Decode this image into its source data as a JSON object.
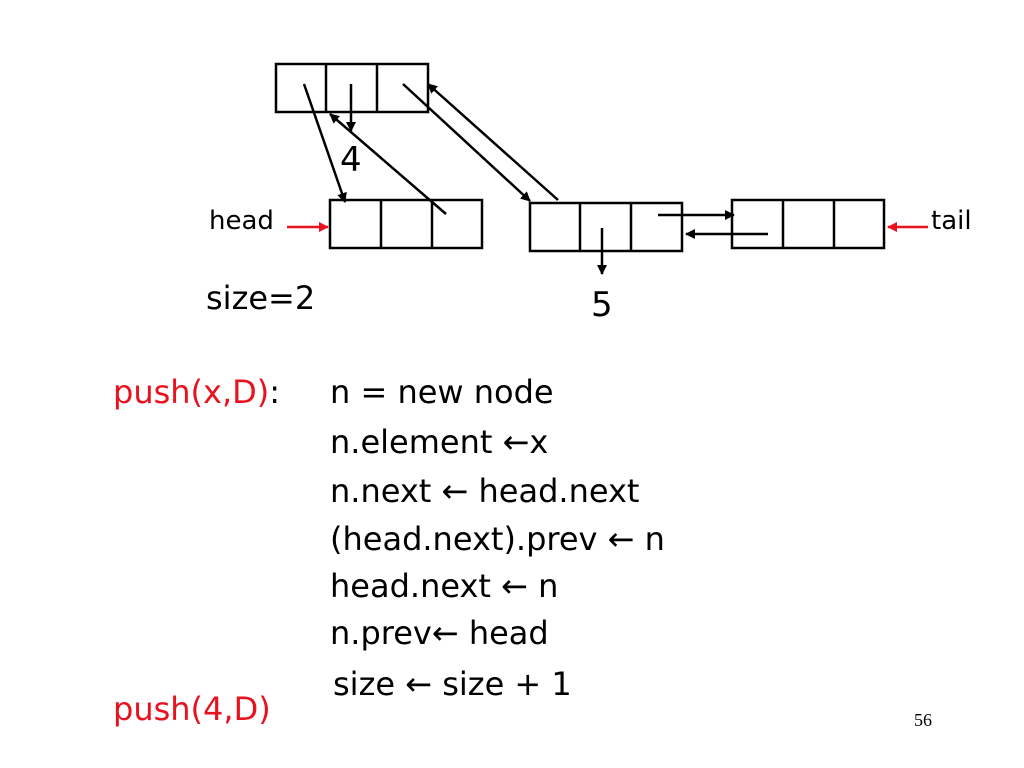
{
  "diagram": {
    "head_label": "head",
    "tail_label": "tail",
    "size_label": "size=2",
    "new_node_value": "4",
    "existing_node_value": "5"
  },
  "code": {
    "call_label": "push(x,D)",
    "colon": ":",
    "first_line": "n = new node",
    "lines": [
      "n.element ←x",
      "n.next ← head.next",
      "(head.next).prev ← n",
      "head.next ← n",
      "n.prev← head",
      "size ← size + 1"
    ]
  },
  "example_call": "push(4,D)",
  "page_number": "56",
  "colors": {
    "accent_red": "#e8121e",
    "ink": "#000000",
    "background": "#ffffff"
  }
}
